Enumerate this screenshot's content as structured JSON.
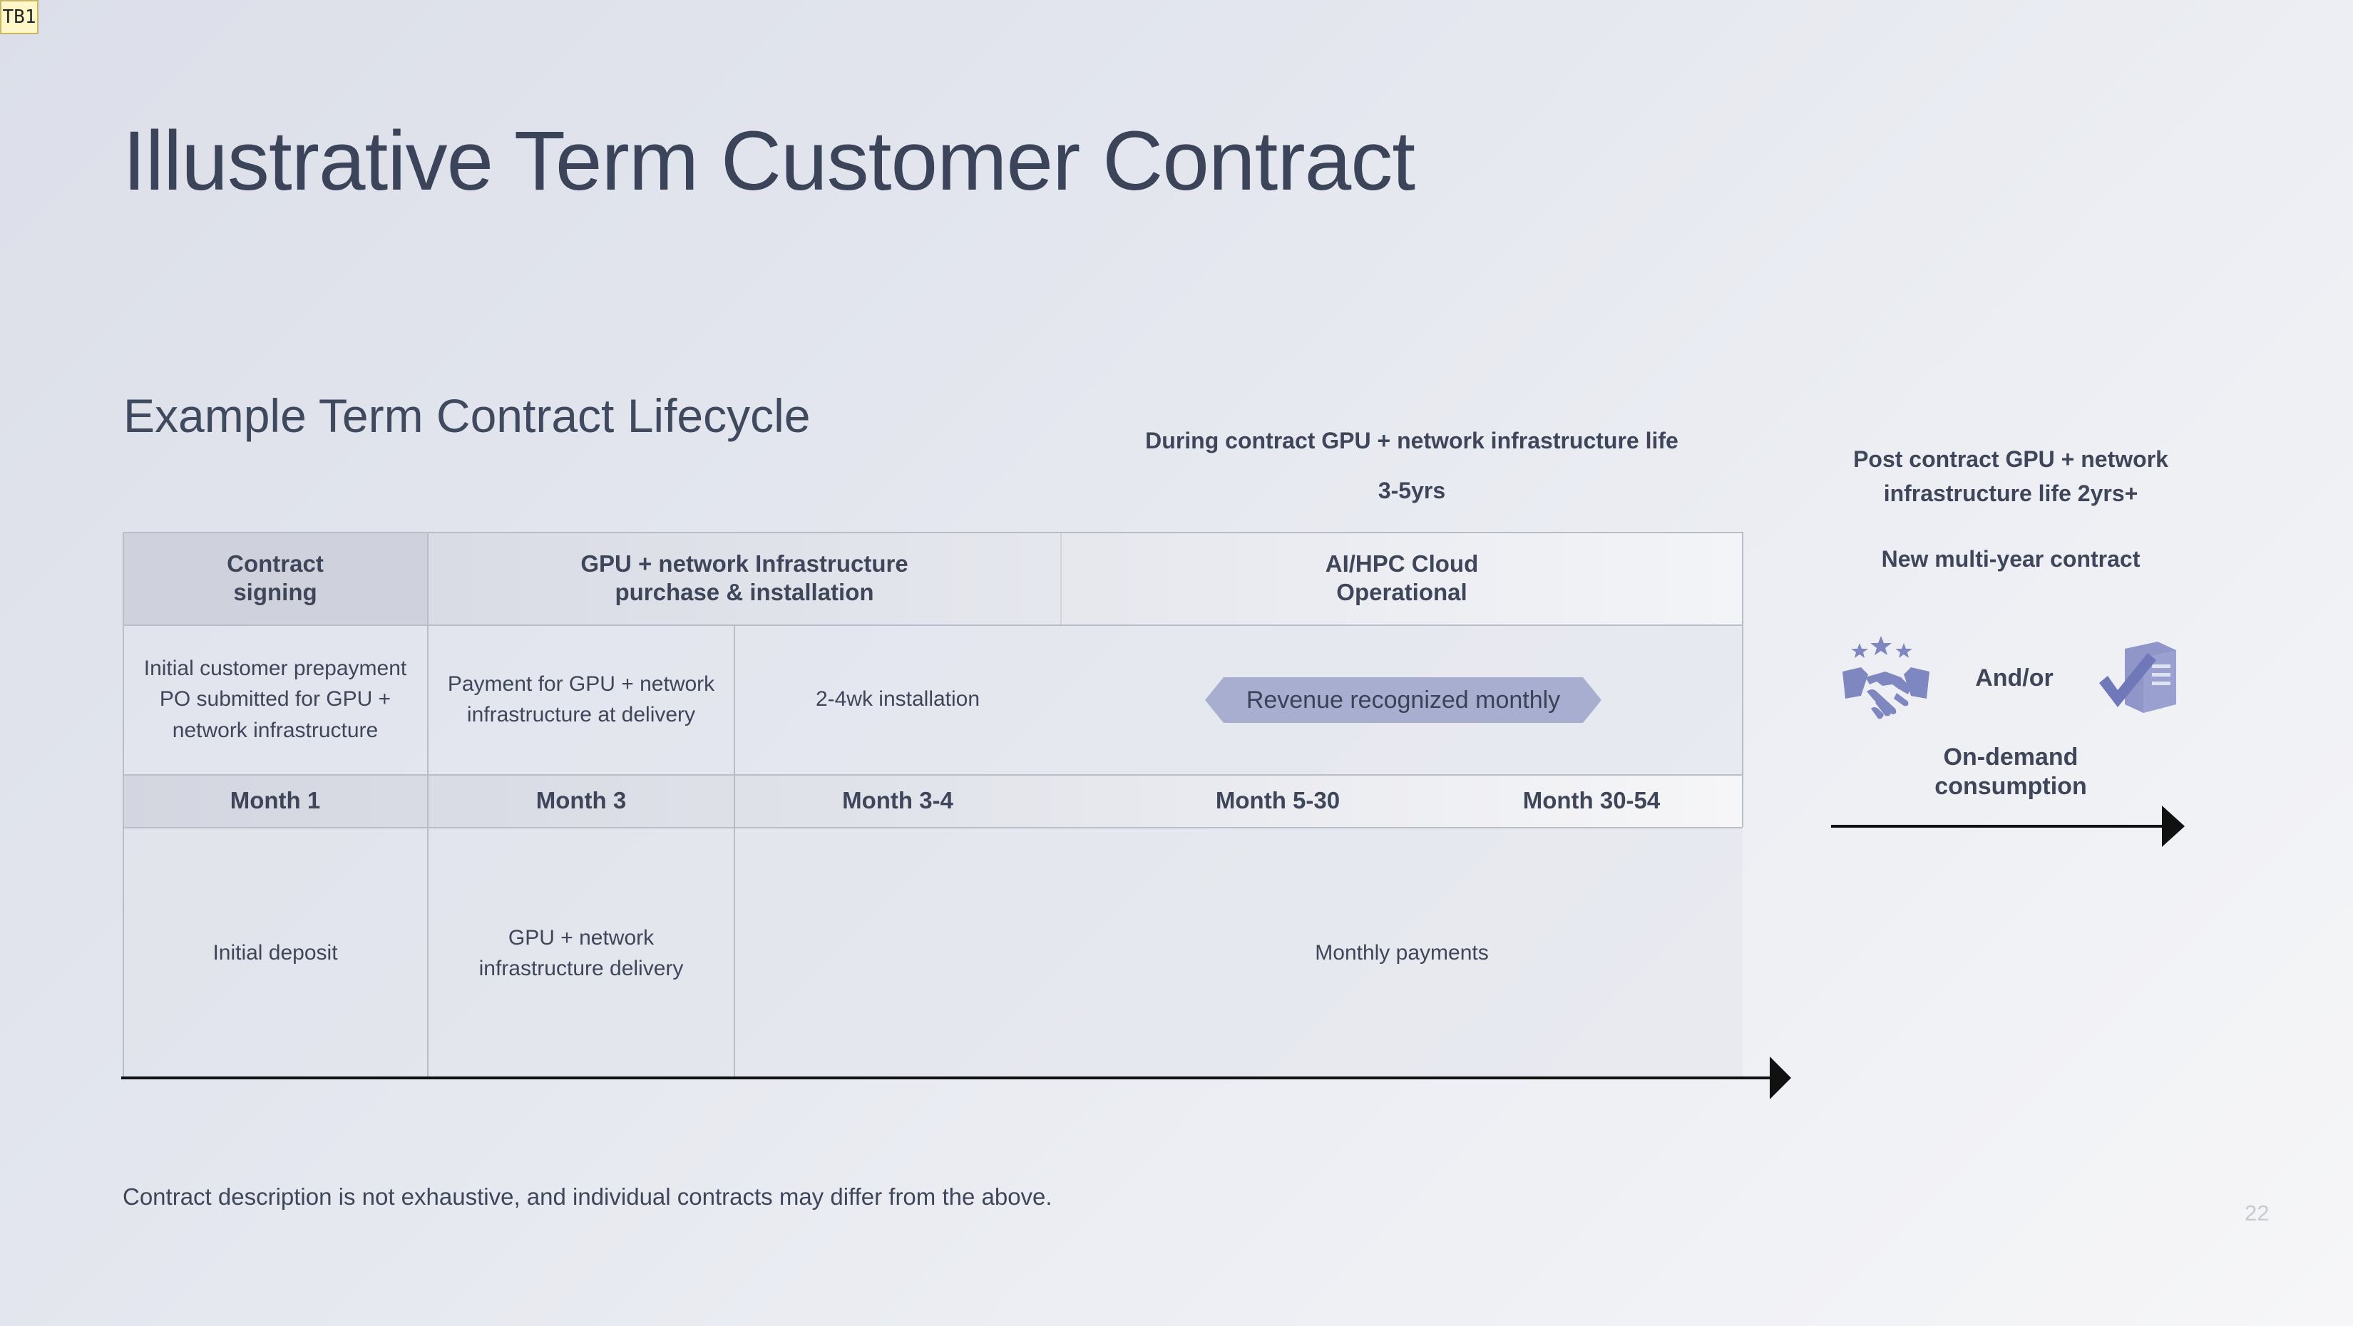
{
  "tag": "TB1",
  "title": "Illustrative Term Customer Contract",
  "subtitle": "Example Term Contract Lifecycle",
  "during_note": {
    "line1": "During contract GPU + network infrastructure life",
    "line2": "3-5yrs"
  },
  "post_note": {
    "line1": "Post contract GPU + network",
    "line2": "infrastructure life 2yrs+",
    "new_contract": "New multi-year contract",
    "and_or": "And/or",
    "ondemand_line1": "On-demand",
    "ondemand_line2": "consumption"
  },
  "table": {
    "headers": {
      "signing_l1": "Contract",
      "signing_l2": "signing",
      "infra_l1": "GPU + network Infrastructure",
      "infra_l2": "purchase & installation",
      "cloud_l1": "AI/HPC Cloud",
      "cloud_l2": "Operational"
    },
    "descriptions": {
      "prepay_l1": "Initial customer prepayment",
      "prepay_l2": "PO submitted for GPU +",
      "prepay_l3": "network infrastructure",
      "payment_l1": "Payment for GPU + network",
      "payment_l2": "infrastructure at delivery",
      "install": "2-4wk installation",
      "revenue": "Revenue recognized monthly"
    },
    "months": [
      "Month 1",
      "Month 3",
      "Month 3-4",
      "Month 5-30",
      "Month 30-54"
    ],
    "events": {
      "deposit": "Initial deposit",
      "delivery_l1": "GPU + network",
      "delivery_l2": "infrastructure delivery",
      "monthly": "Monthly payments"
    }
  },
  "footnote": "Contract description is not exhaustive, and individual contracts may differ from the above.",
  "page_number": "22",
  "icons": {
    "handshake": "handshake-stars-icon",
    "server": "server-check-icon"
  },
  "colors": {
    "badge": "#a8aed0",
    "icon": "#7f87c0",
    "text": "#3f4659"
  }
}
